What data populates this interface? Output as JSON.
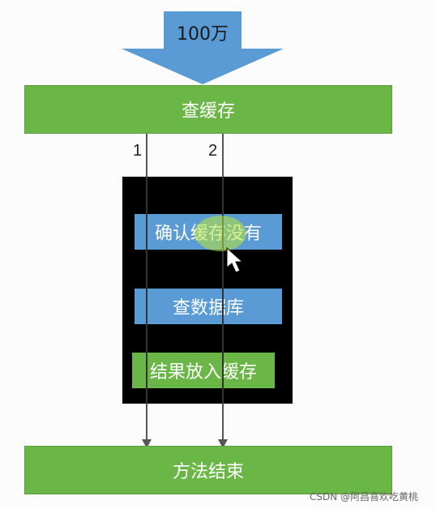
{
  "input": {
    "label": "100万"
  },
  "nodes": {
    "query_cache": "查缓存",
    "confirm_cache": "确认缓存没有",
    "query_db": "查数据库",
    "put_cache": "结果放入缓存",
    "method_end": "方法结束"
  },
  "paths": {
    "path1": "1",
    "path2": "2"
  },
  "watermark": "CSDN @阿昌喜欢吃黄桃",
  "colors": {
    "green": "#6ab646",
    "blue": "#5b9bd5",
    "arrow_blue": "#5b9bd5",
    "black": "#000000"
  }
}
